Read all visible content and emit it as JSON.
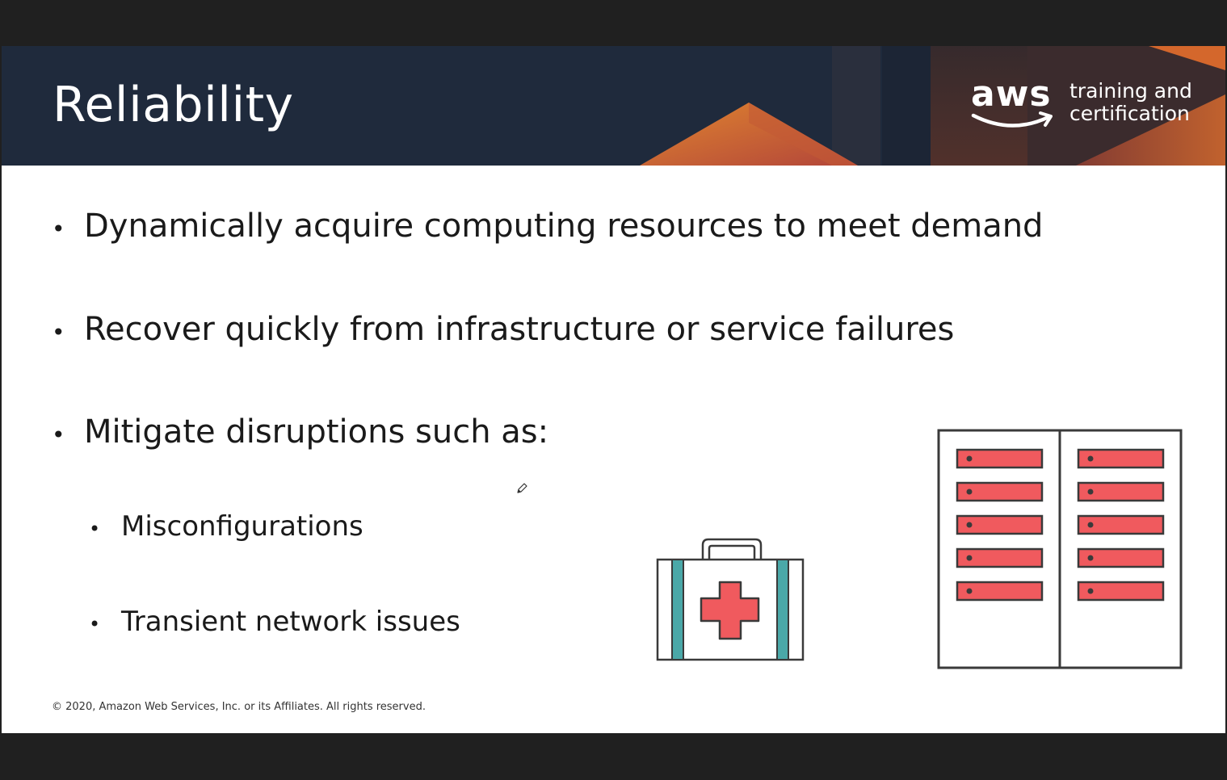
{
  "slide": {
    "title": "Reliability",
    "logo": {
      "wordmark": "aws",
      "tagline_line1": "training and",
      "tagline_line2": "certification"
    },
    "bullets": [
      "Dynamically acquire computing resources to meet demand",
      "Recover quickly from infrastructure or service failures",
      "Mitigate disruptions such as:"
    ],
    "sub_bullets": [
      "Misconfigurations",
      "Transient network issues"
    ],
    "bullet_symbol": "•",
    "copyright": "© 2020, Amazon Web Services, Inc. or its Affiliates. All rights reserved."
  },
  "icons": {
    "first_aid_kit": "first-aid-kit-icon",
    "server_rack": "server-rack-icon",
    "pencil_cursor": "pencil-cursor-icon"
  },
  "colors": {
    "header_bg": "#1f2a3c",
    "accent_orange": "#e07a2e",
    "accent_red": "#c4493b",
    "icon_red": "#f05a5e",
    "icon_teal": "#4aa8a8",
    "outline": "#3a3a3a"
  }
}
